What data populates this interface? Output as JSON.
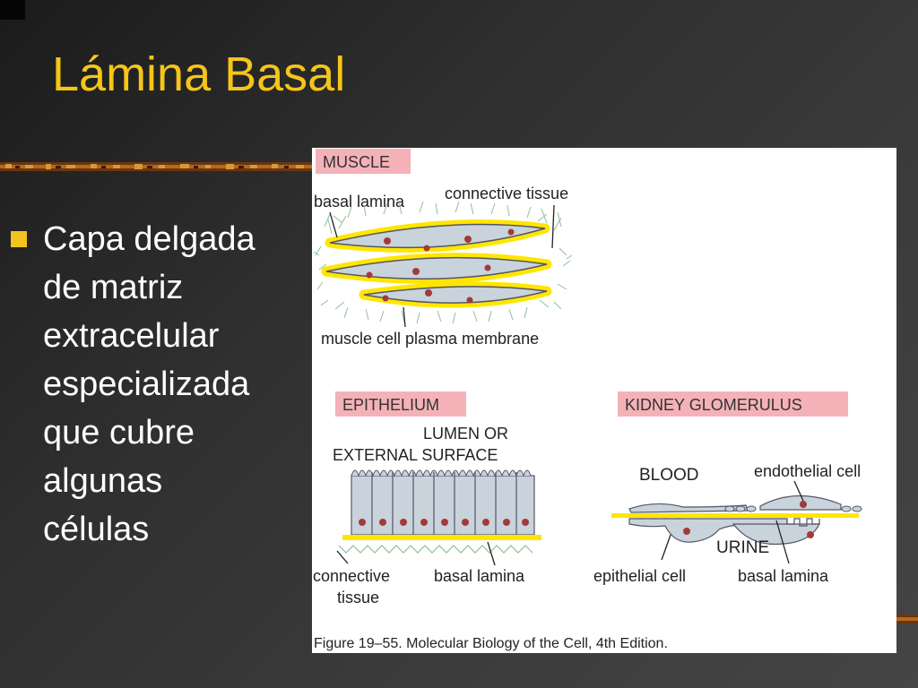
{
  "slide": {
    "title": "Lámina Basal",
    "bullet_lines": [
      "Capa delgada",
      "de matriz",
      "extracelular",
      "especializada",
      "que cubre",
      "algunas",
      "células"
    ]
  },
  "figure": {
    "muscle": {
      "section_label": "MUSCLE",
      "basal_lamina": "basal lamina",
      "connective_tissue": "connective tissue",
      "plasma_membrane": "muscle cell plasma membrane"
    },
    "epithelium": {
      "section_label": "EPITHELIUM",
      "lumen_line1": "LUMEN OR",
      "lumen_line2": "EXTERNAL SURFACE",
      "connective_line1": "connective",
      "connective_line2": "tissue",
      "basal_lamina": "basal lamina"
    },
    "kidney": {
      "section_label": "KIDNEY GLOMERULUS",
      "blood": "BLOOD",
      "endothelial_cell": "endothelial cell",
      "urine": "URINE",
      "epithelial_cell": "epithelial cell",
      "basal_lamina": "basal lamina"
    },
    "caption": "Figure 19–55. Molecular Biology of the Cell, 4th Edition."
  },
  "colors": {
    "title": "#f5c518",
    "bullet": "#f3c41c",
    "label_box": "#f4b2b8",
    "lamina_yellow": "#ffe600",
    "cell_fill": "#c8d3dc",
    "nucleus": "#a33a3a",
    "connective_green": "#8fbf9a"
  }
}
